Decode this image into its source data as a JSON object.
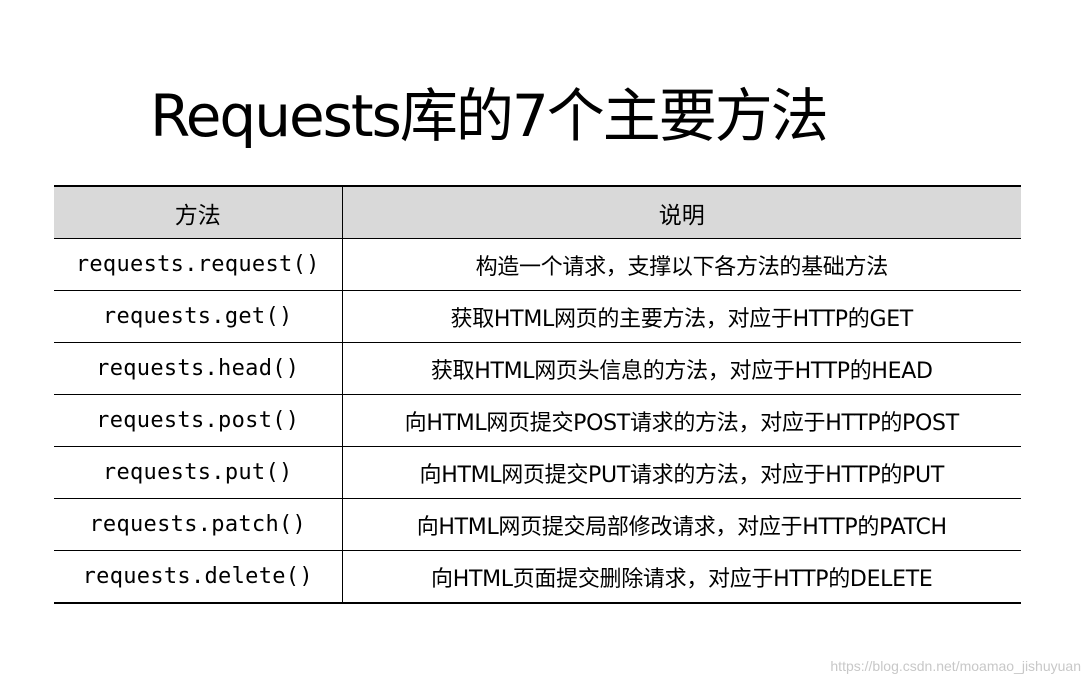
{
  "title": "Requests库的7个主要方法",
  "table": {
    "headers": [
      "方法",
      "说明"
    ],
    "rows": [
      {
        "method": "requests.request()",
        "description": "构造一个请求，支撑以下各方法的基础方法"
      },
      {
        "method": "requests.get()",
        "description": "获取HTML网页的主要方法，对应于HTTP的GET"
      },
      {
        "method": "requests.head()",
        "description": "获取HTML网页头信息的方法，对应于HTTP的HEAD"
      },
      {
        "method": "requests.post()",
        "description": "向HTML网页提交POST请求的方法，对应于HTTP的POST"
      },
      {
        "method": "requests.put()",
        "description": "向HTML网页提交PUT请求的方法，对应于HTTP的PUT"
      },
      {
        "method": "requests.patch()",
        "description": "向HTML网页提交局部修改请求，对应于HTTP的PATCH"
      },
      {
        "method": "requests.delete()",
        "description": "向HTML页面提交删除请求，对应于HTTP的DELETE"
      }
    ]
  },
  "watermark": "https://blog.csdn.net/moamao_jishuyuan"
}
